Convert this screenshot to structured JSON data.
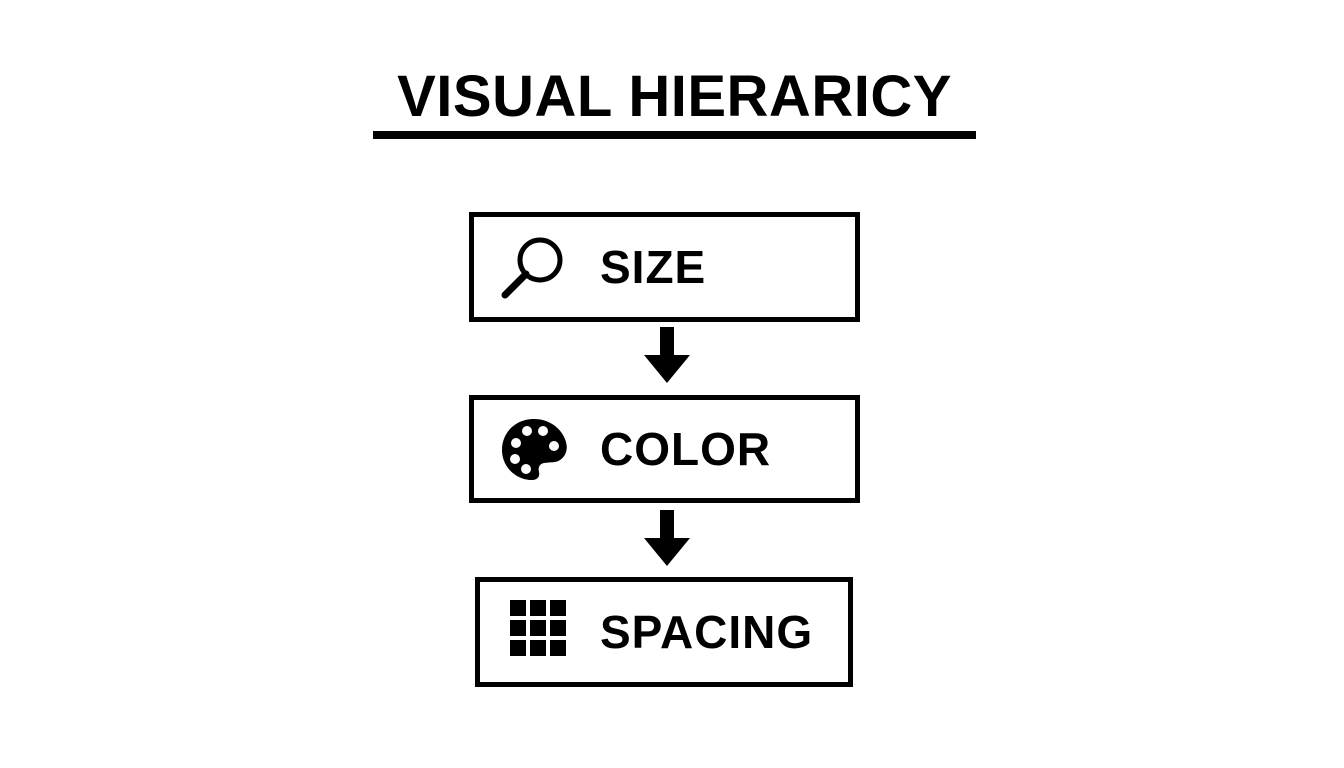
{
  "title": "VISUAL HIERARICY",
  "steps": [
    {
      "label": "SIZE",
      "icon": "magnifying-glass-icon"
    },
    {
      "label": "COLOR",
      "icon": "palette-icon"
    },
    {
      "label": "SPACING",
      "icon": "grid-icon"
    }
  ],
  "colors": {
    "ink": "#000000",
    "background": "#ffffff"
  }
}
